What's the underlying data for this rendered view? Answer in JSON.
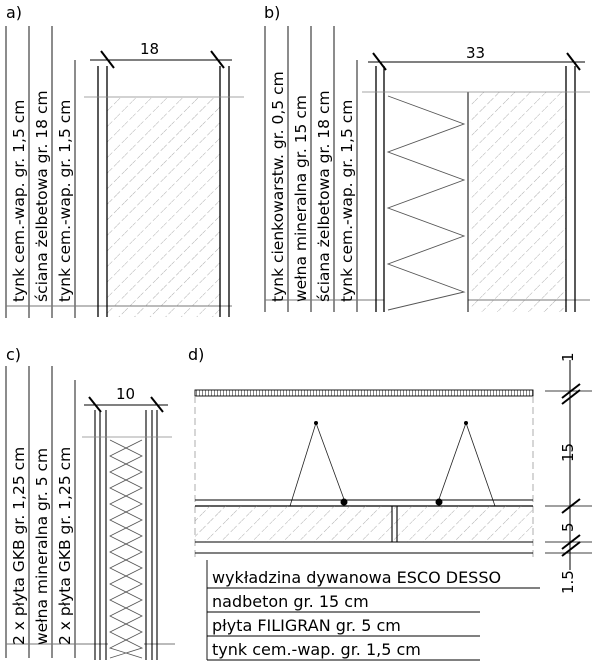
{
  "panels": {
    "a": {
      "letter": "a)",
      "dimension": "18",
      "layers": [
        "tynk cem.-wap. gr. 1,5 cm",
        "ściana żelbetowa gr. 18 cm",
        "tynk cem.-wap. gr. 1,5 cm"
      ]
    },
    "b": {
      "letter": "b)",
      "dimension": "33",
      "layers": [
        "tynk cienkowarstw. gr. 0,5 cm",
        "wełna mineralna gr. 15 cm",
        "ściana żelbetowa gr. 18 cm",
        "tynk cem.-wap. gr. 1,5 cm"
      ]
    },
    "c": {
      "letter": "c)",
      "dimension": "10",
      "layers": [
        "2 x płyta GKB gr. 1,25 cm",
        "wełna mineralna gr. 5 cm",
        "2 x płyta GKB gr. 1,25 cm"
      ]
    },
    "d": {
      "letter": "d)",
      "dimensions": [
        "1",
        "15",
        "5",
        "1.5"
      ],
      "layers": [
        "wykładzina dywanowa ESCO DESSO",
        "nadbeton gr. 15 cm",
        "płyta FILIGRAN gr. 5 cm",
        "tynk cem.-wap. gr. 1,5 cm"
      ]
    }
  }
}
